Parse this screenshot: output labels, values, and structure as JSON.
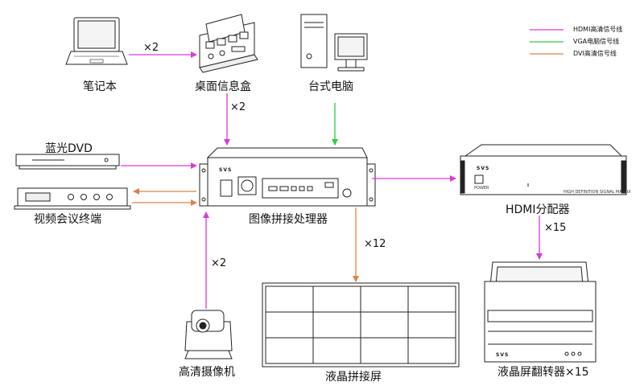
{
  "colors": {
    "hdmi": "#d93ad6",
    "vga": "#2ecc40",
    "dvi": "#d9824a",
    "line": "#222222"
  },
  "legend": {
    "hdmi": "HDMI高清信号线",
    "vga": "VGA电脑信号线",
    "dvi": "DVI高清信号线"
  },
  "devices": {
    "laptop": "笔记本",
    "desktop_box": "桌面信息盒",
    "desktop_pc": "台式电脑",
    "bluray": "蓝光DVD",
    "video_conf": "视频会议终端",
    "processor": "图像拼接处理器",
    "hdmi_splitter": "HDMI分配器",
    "camera": "高清摄像机",
    "lcd_wall": "液晶拼接屏",
    "lifter": "液晶屏翻转器×15"
  },
  "multipliers": {
    "laptop_link": "×2",
    "box_link": "×2",
    "camera_link": "×2",
    "wall_link": "×12",
    "splitter_link": "×15"
  },
  "brand": "SVS",
  "splitter_caption": "HIGH DEFINITION SIGNAL MATRIX",
  "splitter_power": "POWER"
}
